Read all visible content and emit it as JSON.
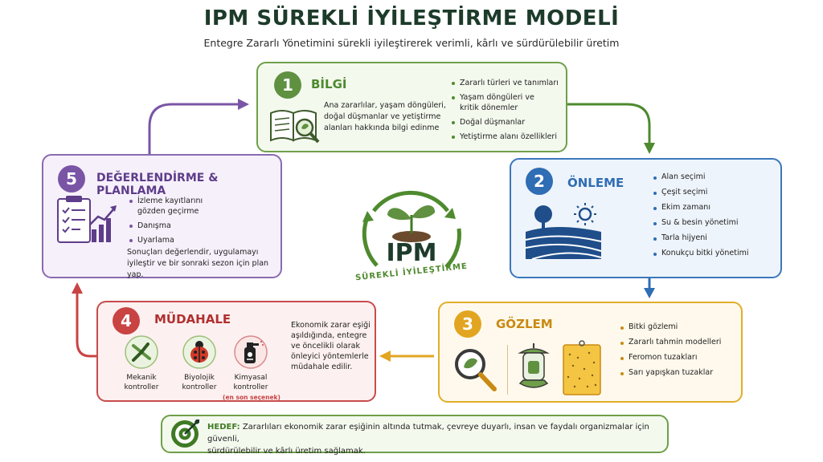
{
  "header": {
    "title": "IPM SÜREKLİ İYİLEŞTİRME MODELİ",
    "subtitle": "Entegre Zararlı Yönetimini sürekli iyileştirerek verimli, kârlı ve sürdürülebilir üretim"
  },
  "center": {
    "label": "IPM",
    "arc_text": "SÜREKLİ İYİLEŞTİRME"
  },
  "steps": {
    "s1": {
      "number": "1",
      "title": "BİLGİ",
      "desc_lines": [
        "Ana zararlılar, yaşam döngüleri,",
        "doğal düşmanlar ve yetiştirme",
        "alanları hakkında bilgi edinme"
      ],
      "bullets": [
        [
          "Zararlı türleri ve tanımları"
        ],
        [
          "Yaşam döngüleri ve",
          "kritik dönemler"
        ],
        [
          "Doğal düşmanlar"
        ],
        [
          "Yetiştirme alanı özellikleri"
        ]
      ]
    },
    "s2": {
      "number": "2",
      "title": "ÖNLEME",
      "bullets": [
        "Alan seçimi",
        "Çeşit seçimi",
        "Ekim zamanı",
        "Su & besin yönetimi",
        "Tarla hijyeni",
        "Konukçu bitki yönetimi"
      ]
    },
    "s3": {
      "number": "3",
      "title": "GÖZLEM",
      "bullets": [
        "Bitki gözlemi",
        "Zararlı tahmin modelleri",
        "Feromon tuzakları",
        "Sarı yapışkan tuzaklar"
      ]
    },
    "s4": {
      "number": "4",
      "title": "MÜDAHALE",
      "controls": [
        {
          "line1": "Mekanik",
          "line2": "kontroller"
        },
        {
          "line1": "Biyolojik",
          "line2": "kontroller"
        },
        {
          "line1": "Kimyasal",
          "line2": "kontroller"
        }
      ],
      "last_choice": "(en son seçenek)",
      "desc_lines": [
        "Ekonomik zarar eşiği",
        "aşıldığında, entegre",
        "ve öncelikli olarak",
        "önleyici yöntemlerle",
        "müdahale edilir."
      ]
    },
    "s5": {
      "number": "5",
      "title": "DEĞERLENDİRME & PLANLAMA",
      "bullets": [
        [
          "İzleme kayıtlarını",
          "gözden geçirme"
        ],
        [
          "Danışma"
        ],
        [
          "Uyarlama"
        ]
      ],
      "desc_lines": [
        "Sonuçları değerlendir, uygulamayı",
        "iyileştir ve bir sonraki sezon için plan yap."
      ]
    }
  },
  "goal": {
    "label": "HEDEF:",
    "text_line1": "Zararlıları ekonomik zarar eşiğinin altında tutmak, çevreye duyarlı, insan ve faydalı organizmalar için güvenli,",
    "text_line2": "sürdürülebilir ve kârlı üretim sağlamak."
  },
  "colors": {
    "green": "#5f9140",
    "blue": "#2f6db4",
    "yellow": "#e2a521",
    "red": "#c94343",
    "purple": "#7a55a6",
    "dark_green": "#1d3b2a"
  }
}
